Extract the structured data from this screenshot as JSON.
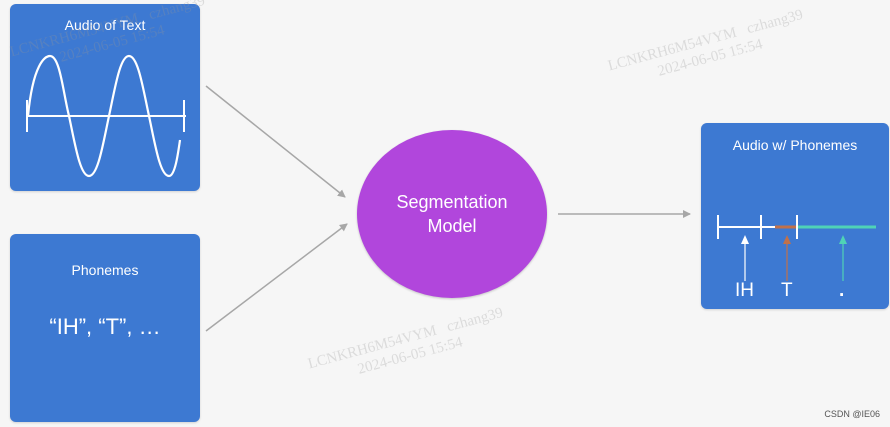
{
  "input_audio": {
    "title": "Audio of Text"
  },
  "input_phonemes": {
    "title": "Phonemes",
    "text": "“IH”, “T”, …"
  },
  "model": {
    "line1": "Segmentation",
    "line2": "Model"
  },
  "output": {
    "title": "Audio w/ Phonemes",
    "segments": [
      {
        "label": "IH",
        "color": "#ffffff"
      },
      {
        "label": "T",
        "color": "#c0714a"
      },
      {
        "label": ".",
        "color": "#4fd3b6"
      }
    ]
  },
  "watermarks": [
    {
      "id": "LCNKRH6M54VYM   czhang39",
      "time": "2024-06-05 15:54"
    },
    {
      "id": "LCNKRH6M54VYM   czhang39",
      "time": "2024-06-05 15:54"
    },
    {
      "id": "LCNKRH6M54VYM   czhang39",
      "time": "2024-06-05 15:54"
    }
  ],
  "credit": "CSDN @IE06",
  "colors": {
    "box_blue": "#3d79d2",
    "model_purple": "#b146dc",
    "connector_gray": "#a7a7a7"
  }
}
